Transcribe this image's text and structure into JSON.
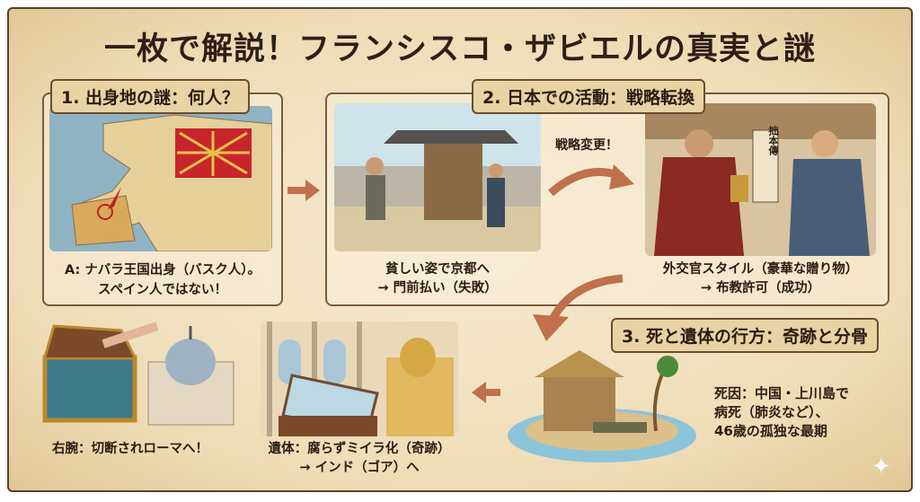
{
  "title": "一枚で解説！フランシスコ・ザビエルの真実と謎",
  "section1": {
    "label": "1. 出身地の謎：何人？",
    "caption_line1": "A: ナバラ王国出身（バスク人）。",
    "caption_line2": "スペイン人ではない！"
  },
  "section2": {
    "label": "2. 日本での活動：戦略転換",
    "change_note": "戦略変更！",
    "left_caption_line1": "貧しい姿で京都へ",
    "left_caption_line2": "→ 門前払い（失敗）",
    "right_caption_line1": "外交官スタイル（豪華な贈り物）",
    "right_caption_line2": "→ 布教許可（成功）",
    "scroll_text": "拙本傳"
  },
  "section3": {
    "label": "3. 死と遺体の行方：奇跡と分骨",
    "death_line1": "死因：中国・上川島で",
    "death_line2": "病死（肺炎など）、",
    "death_line3": "46歳の孤独な最期",
    "body_line1": "遺体：腐らずミイラ化（奇跡）",
    "body_line2": "→ インド（ゴア）へ",
    "arm_caption": "右腕：切断されローマへ！"
  },
  "colors": {
    "parchment": "#efdcb6",
    "border": "#6b4c33",
    "arrow": "#c0704a",
    "label_bg": "#e9d2a3",
    "flag": "#c8242c"
  }
}
